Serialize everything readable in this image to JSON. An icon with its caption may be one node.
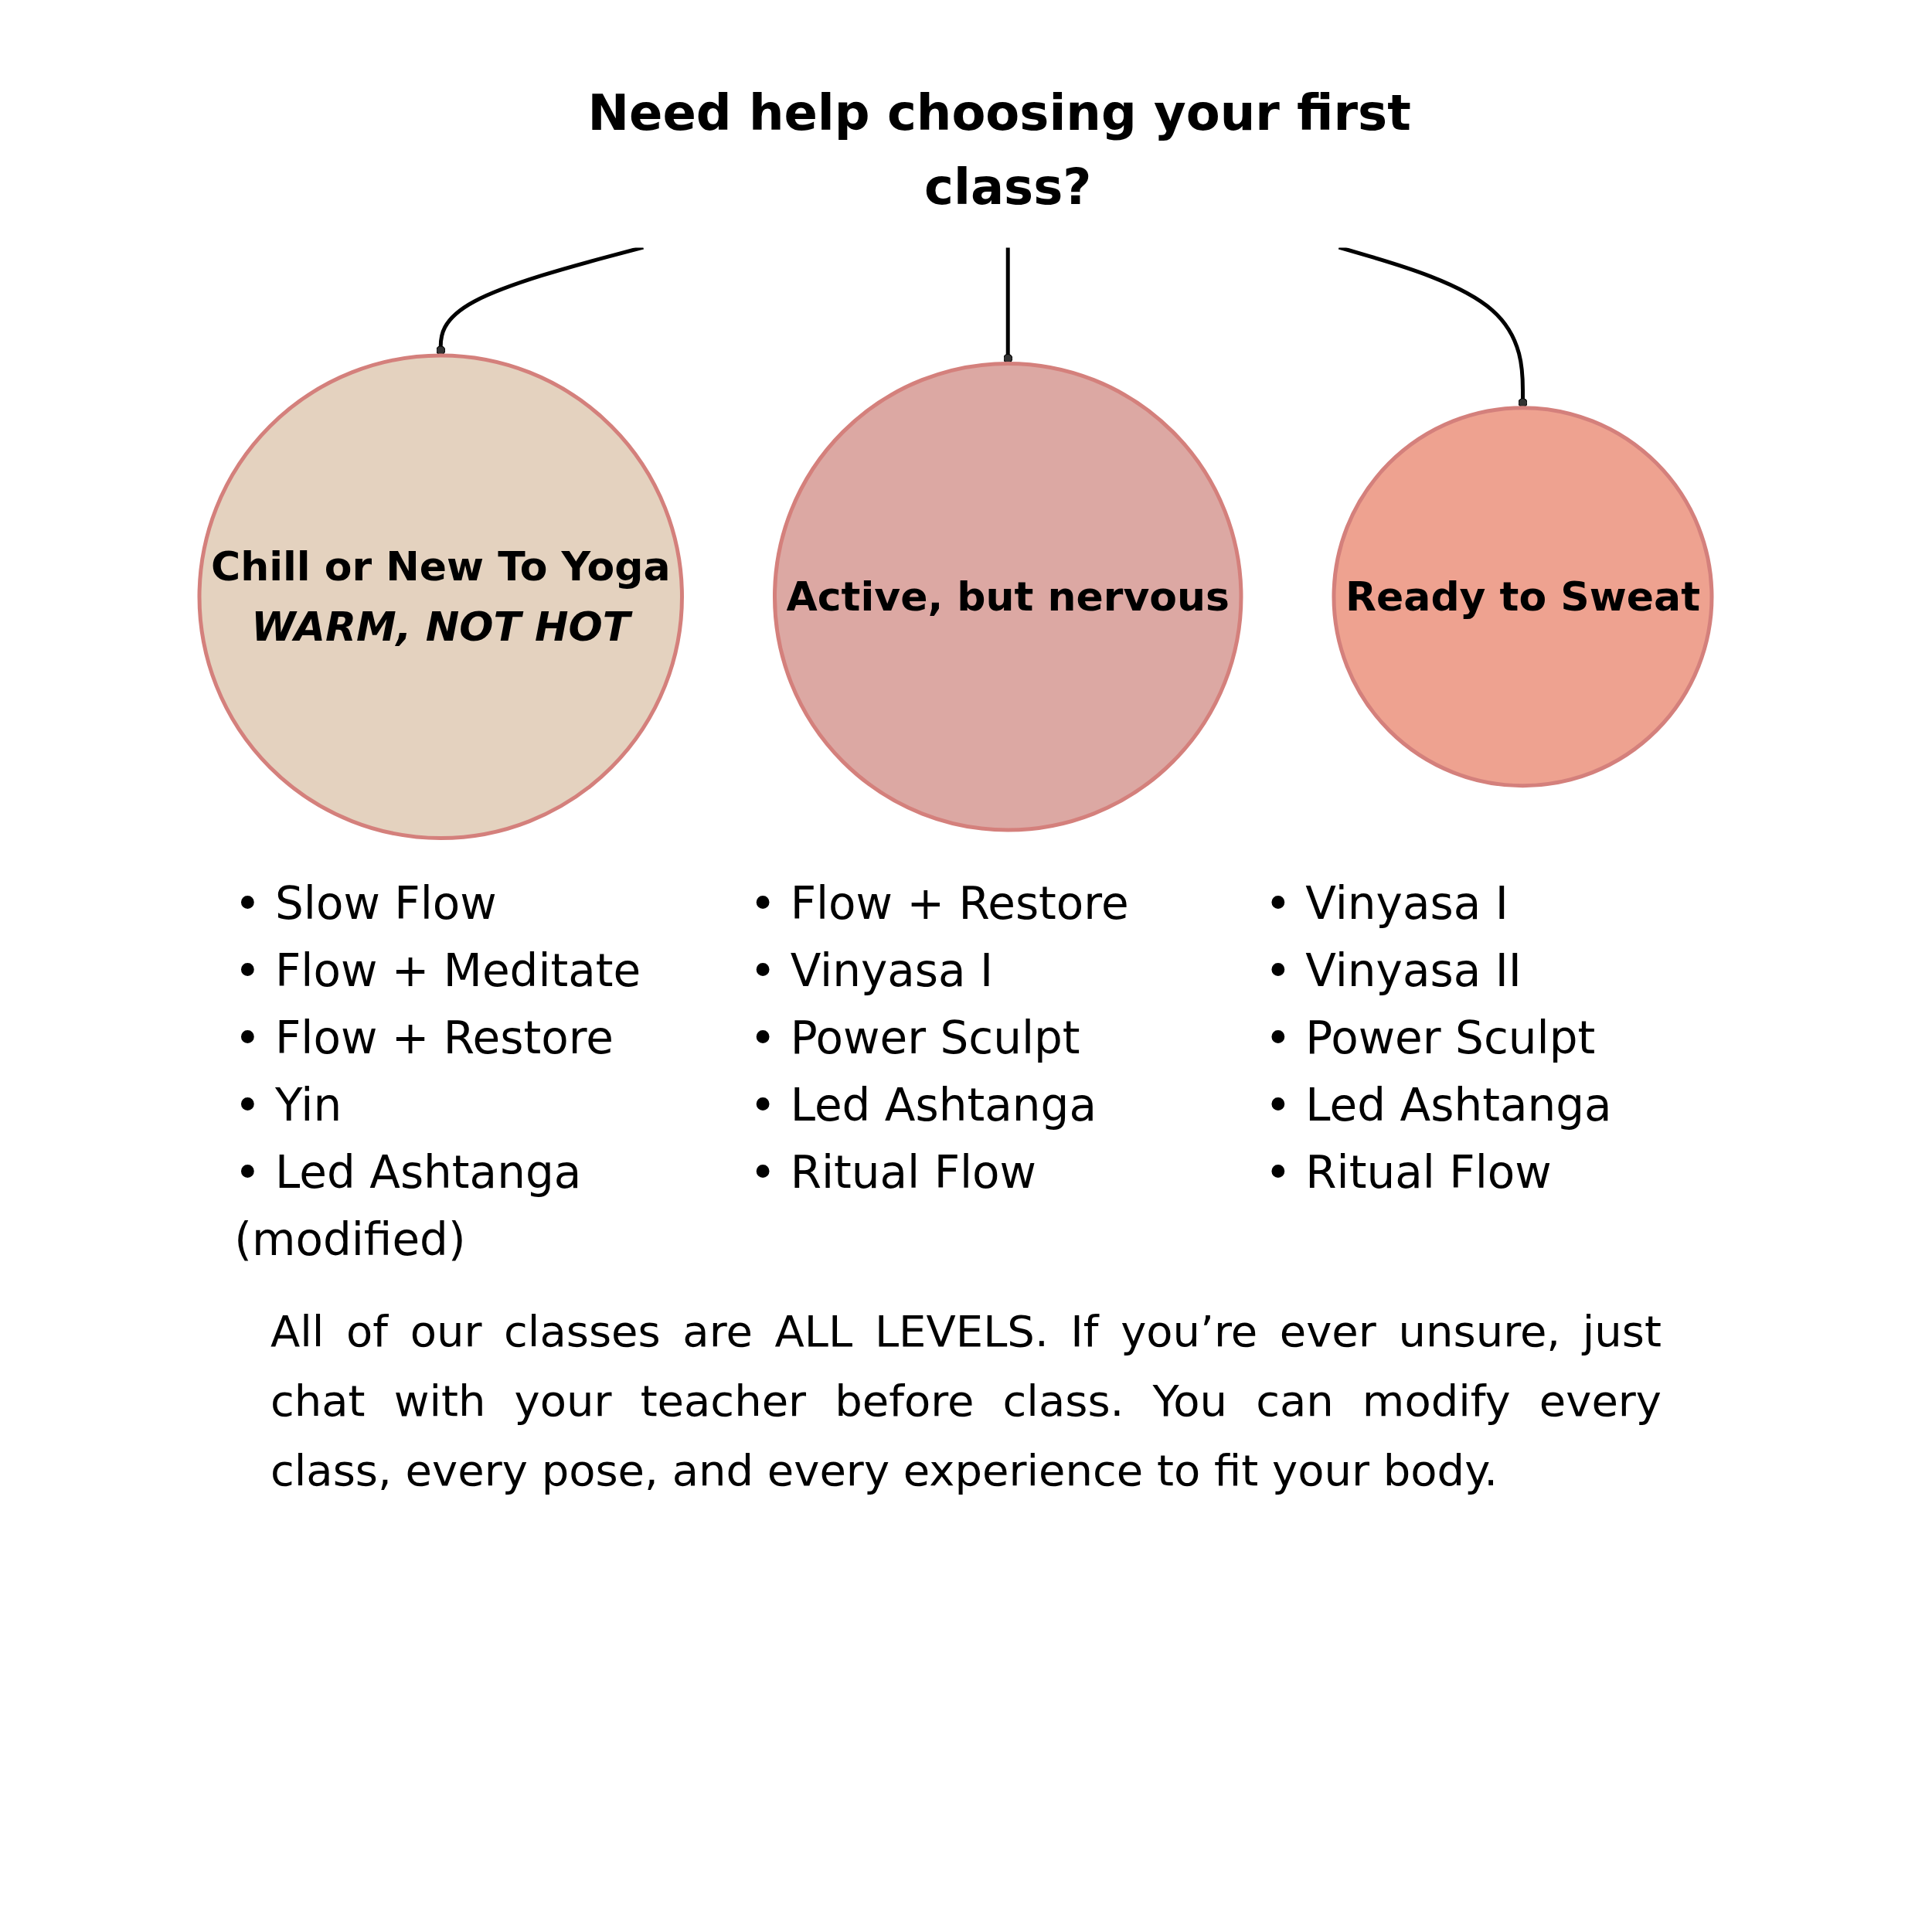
{
  "diagram": {
    "nodes": [
      {
        "text": [
          "Need help choosing your first class?"
        ]
      },
      {
        "text": [
          "Chill or New To Yoga",
          "WARM, NOT HOT"
        ],
        "beside": [
          "• Slow Flow",
          "• Flow + Meditate",
          "• Flow + Restore",
          "• Yin",
          "• Led Ashtanga (modified)"
        ]
      },
      {
        "text": [
          "Active, but nervous"
        ],
        "beside": [
          "• Flow + Restore",
          "• Vinyasa I",
          "• Power Sculpt",
          "• Led Ashtanga",
          "• Ritual Flow"
        ]
      },
      {
        "text": [
          "Ready to Sweat"
        ],
        "beside": [
          "• Vinyasa I",
          "• Vinyasa II",
          "• Power Sculpt",
          "• Led Ashtanga",
          "• Ritual Flow"
        ]
      }
    ],
    "edges": [
      {
        "from": 0,
        "to": 1,
        "arrow": "other"
      },
      {
        "from": 0,
        "to": 2,
        "arrow": "other"
      },
      {
        "from": 0,
        "to": 3,
        "arrow": "other"
      }
    ],
    "caption": "All of our classes are ALL LEVELS.  If you’re ever unsure, just chat with your teacher before class. You can modify every class, every pose, and every experience to fit your body."
  }
}
